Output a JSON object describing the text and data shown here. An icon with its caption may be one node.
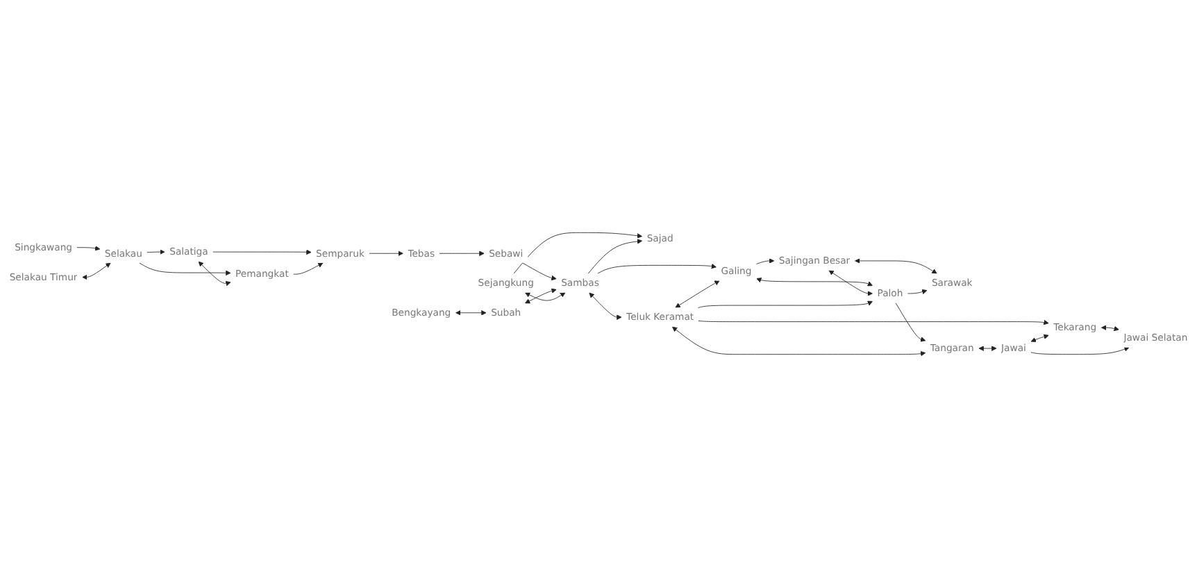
{
  "diagram": {
    "nodes": [
      {
        "text": [
          "Bengkayang"
        ]
      },
      {
        "text": [
          "Subah"
        ]
      },
      {
        "text": [
          "Sejangkung"
        ]
      },
      {
        "text": [
          "Sajad"
        ]
      },
      {
        "text": [
          "Sambas"
        ]
      },
      {
        "text": [
          "Galing"
        ]
      },
      {
        "text": [
          "Sajingan Besar"
        ]
      },
      {
        "text": [
          "Singkawang"
        ]
      },
      {
        "text": [
          "Salatiga"
        ]
      },
      {
        "text": [
          "Semparuk"
        ]
      },
      {
        "text": [
          "Tebas"
        ]
      },
      {
        "text": [
          "Sebawi"
        ]
      },
      {
        "text": [
          "Sarawak"
        ]
      },
      {
        "text": [
          "Selakau"
        ]
      },
      {
        "text": [
          "Pemangkat"
        ]
      },
      {
        "text": [
          "Paloh"
        ]
      },
      {
        "text": [
          "Teluk Keramat"
        ]
      },
      {
        "text": [
          "Tekarang"
        ]
      },
      {
        "text": [
          "Selakau Timur"
        ]
      },
      {
        "text": [
          "Tangaran"
        ]
      },
      {
        "text": [
          "Jawai Selatan"
        ]
      },
      {
        "text": [
          "Jawai"
        ]
      }
    ],
    "edges": [
      {
        "from": 7,
        "to": 13,
        "arrow": "to"
      },
      {
        "from": 18,
        "to": 13,
        "arrow": "both"
      },
      {
        "from": 13,
        "to": 8,
        "arrow": "to"
      },
      {
        "from": 13,
        "to": 14,
        "arrow": "to"
      },
      {
        "from": 8,
        "to": 14,
        "arrow": "both"
      },
      {
        "from": 8,
        "to": 9,
        "arrow": "to"
      },
      {
        "from": 14,
        "to": 9,
        "arrow": "to"
      },
      {
        "from": 9,
        "to": 10,
        "arrow": "to"
      },
      {
        "from": 10,
        "to": 11,
        "arrow": "to"
      },
      {
        "from": 11,
        "to": 4,
        "arrow": "to"
      },
      {
        "from": 0,
        "to": 1,
        "arrow": "both"
      },
      {
        "from": 1,
        "to": 4,
        "arrow": "both"
      },
      {
        "from": 2,
        "to": 4,
        "arrow": "both"
      },
      {
        "from": 2,
        "to": 3,
        "arrow": "to"
      },
      {
        "from": 4,
        "to": 3,
        "arrow": "to"
      },
      {
        "from": 4,
        "to": 5,
        "arrow": "to"
      },
      {
        "from": 4,
        "to": 16,
        "arrow": "both"
      },
      {
        "from": 16,
        "to": 5,
        "arrow": "both"
      },
      {
        "from": 5,
        "to": 6,
        "arrow": "to"
      },
      {
        "from": 5,
        "to": 15,
        "arrow": "both"
      },
      {
        "from": 6,
        "to": 15,
        "arrow": "both"
      },
      {
        "from": 6,
        "to": 12,
        "arrow": "both"
      },
      {
        "from": 15,
        "to": 12,
        "arrow": "to"
      },
      {
        "from": 16,
        "to": 15,
        "arrow": "to"
      },
      {
        "from": 16,
        "to": 17,
        "arrow": "to"
      },
      {
        "from": 15,
        "to": 19,
        "arrow": "to"
      },
      {
        "from": 16,
        "to": 19,
        "arrow": "both"
      },
      {
        "from": 19,
        "to": 21,
        "arrow": "both"
      },
      {
        "from": 21,
        "to": 17,
        "arrow": "both"
      },
      {
        "from": 17,
        "to": 20,
        "arrow": "both"
      },
      {
        "from": 21,
        "to": 20,
        "arrow": "to"
      }
    ]
  }
}
